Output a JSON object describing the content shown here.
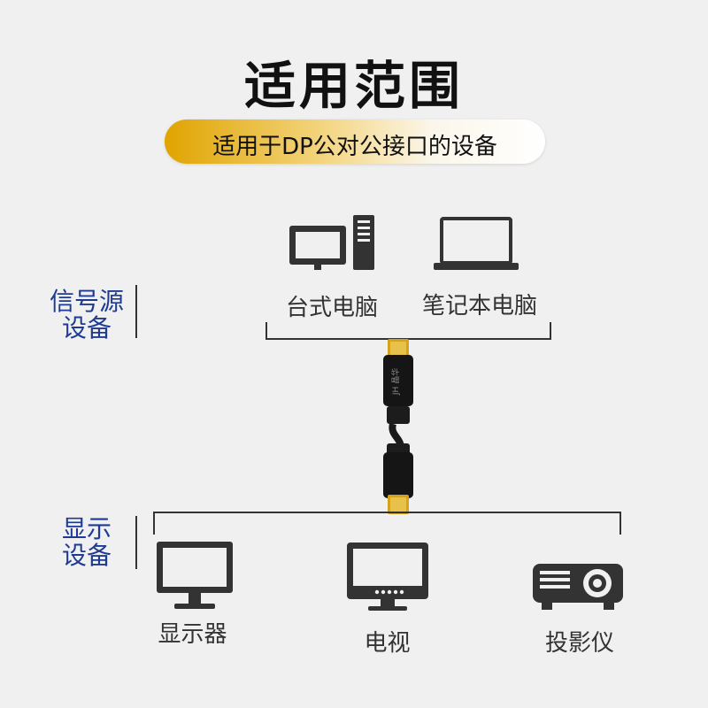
{
  "title": "适用范围",
  "subtitle": "适用于DP公对公接口的设备",
  "source_group": {
    "label_line1": "信号源",
    "label_line2": "设备",
    "devices": [
      "台式电脑",
      "笔记本电脑"
    ]
  },
  "display_group": {
    "label_line1": "显示",
    "label_line2": "设备",
    "devices": [
      "显示器",
      "电视",
      "投影仪"
    ]
  },
  "cable_brand": "JH 晶华",
  "colors": {
    "accent_gold": "#e0a400",
    "side_label_blue": "#1f3a93",
    "icon_dark": "#333333",
    "background": "#f0f0f0"
  },
  "icons": [
    "desktop-computer-icon",
    "laptop-icon",
    "monitor-icon",
    "tv-icon",
    "projector-icon",
    "dp-cable-image"
  ]
}
